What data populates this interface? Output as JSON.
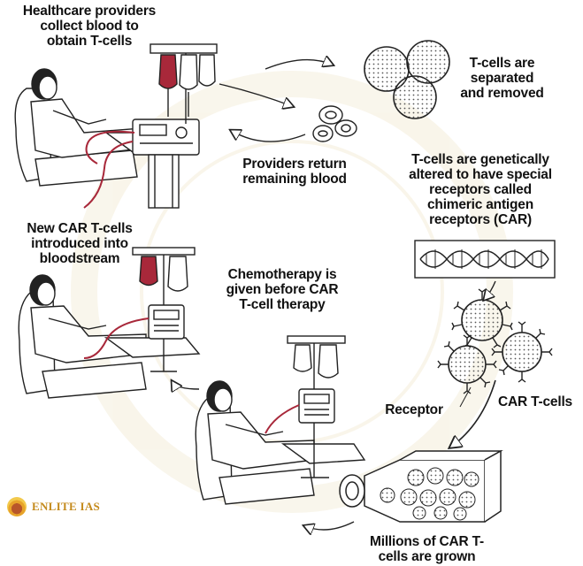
{
  "labels": {
    "collect": [
      "Healthcare providers",
      "collect blood to",
      "obtain T-cells"
    ],
    "separated": [
      "T-cells are",
      "separated",
      "and removed"
    ],
    "return": [
      "Providers return",
      "remaining blood"
    ],
    "altered": [
      "T-cells are genetically",
      "altered to have special",
      "receptors called",
      "chimeric antigen",
      "receptors (CAR)"
    ],
    "introduced": [
      "New CAR T-cells",
      "introduced into",
      "bloodstream"
    ],
    "chemo": [
      "Chemotherapy is",
      "given before CAR",
      "T-cell therapy"
    ],
    "receptor": [
      "Receptor"
    ],
    "car_cells": [
      "CAR T-cells"
    ],
    "grown": [
      "Millions of CAR T-",
      "cells are grown"
    ]
  },
  "logo": {
    "text": "ENLITE IAS"
  },
  "colors": {
    "blood": "#a8283a",
    "line": "#222222",
    "logo": "#c48a1c"
  }
}
